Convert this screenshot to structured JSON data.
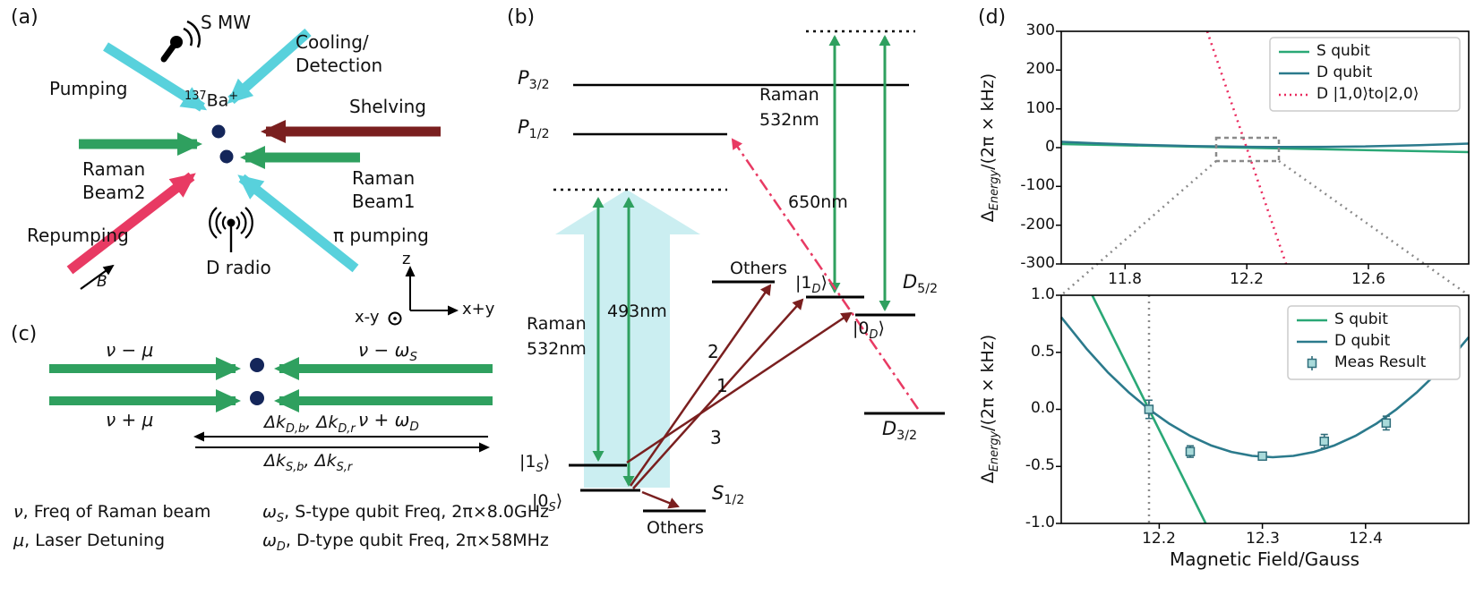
{
  "colors": {
    "beam_cyan": "#58d1dc",
    "beam_green": "#2fa05f",
    "beam_maroon": "#7a1f1f",
    "beam_crimson": "#e83a63",
    "big_arrow_cyan": "#c7edf0",
    "ion_navy": "#14265a",
    "chart_s_green": "#2aa876",
    "chart_d_teal": "#2b7a8c",
    "chart_red": "#ea2a5e",
    "marker_fill": "#a9dada",
    "marker_edge": "#2f6d7a",
    "zoom_gray": "#8a8a8a"
  },
  "panels": {
    "a": {
      "label": "(a)",
      "smw": "S MW",
      "cooling_line1": "Cooling/",
      "cooling_line2": "Detection",
      "pumping": "Pumping",
      "shelving": "Shelving",
      "ion": {
        "mass": "137",
        "element": "Ba",
        "charge": "+"
      },
      "raman_beam2_line1": "Raman",
      "raman_beam2_line2": "Beam2",
      "raman_beam1_line1": "Raman",
      "raman_beam1_line2": "Beam1",
      "repumping": "Repumping",
      "pi_pumping": "π pumping",
      "d_radio": "D radio",
      "b_field": "B",
      "axis_z": "z",
      "axis_xpy": "x+y",
      "axis_xmy": "x-y"
    },
    "b": {
      "label": "(b)",
      "p32": {
        "main": "P",
        "sub": "3/2"
      },
      "p12": {
        "main": "P",
        "sub": "1/2"
      },
      "s12": {
        "main": "S",
        "sub": "1/2"
      },
      "d52": {
        "main": "D",
        "sub": "5/2"
      },
      "d32": {
        "main": "D",
        "sub": "3/2"
      },
      "ket_1s": {
        "pre": "|1",
        "sub": "S",
        "post": "⟩"
      },
      "ket_0s": {
        "pre": "|0",
        "sub": "S",
        "post": "⟩"
      },
      "ket_1d": {
        "pre": "|1",
        "sub": "D",
        "post": "⟩"
      },
      "ket_0d": {
        "pre": "|0",
        "sub": "D",
        "post": "⟩"
      },
      "others_d": "Others",
      "others_s": "Others",
      "raman_left_line1": "Raman",
      "raman_left_line2": "532nm",
      "raman_right_line1": "Raman",
      "raman_right_line2": "532nm",
      "nm493": "493nm",
      "nm650": "650nm",
      "t1": "1",
      "t2": "2",
      "t3": "3"
    },
    "c": {
      "label": "(c)",
      "nu_minus_mu": "ν − μ",
      "nu_minus_omega": {
        "main": "ν − ω",
        "sub": "S"
      },
      "nu_plus_mu": "ν + μ",
      "nu_plus_omega": {
        "main": "ν + ω",
        "sub": "D"
      },
      "dk_top": {
        "t1": "Δk",
        "s1": "D,b",
        "t2": ", Δk",
        "s2": "D,r"
      },
      "dk_bottom": {
        "t1": "Δk",
        "s1": "S,b",
        "t2": ", Δk",
        "s2": "S,r"
      },
      "note_nu": {
        "sym": "ν",
        "rest": ", Freq of Raman beam"
      },
      "note_mu": {
        "sym": "μ",
        "rest": ", Laser Detuning"
      },
      "note_omega_s": {
        "sym": "ω",
        "sub": "S",
        "rest": ", S-type qubit Freq, 2π×8.0GHz"
      },
      "note_omega_d": {
        "sym": "ω",
        "sub": "D",
        "rest": ", D-type qubit Freq, 2π×58MHz"
      }
    },
    "d": {
      "label": "(d)",
      "ylabel": {
        "pre": "Δ",
        "sub": "Energy",
        "post": "/(2π × kHz)"
      }
    }
  },
  "chart_data": [
    {
      "type": "line",
      "panel": "d-top",
      "xlabel": "",
      "ylabel": "Δ_Energy/(2π × kHz)",
      "xlim": [
        11.59,
        12.93
      ],
      "ylim": [
        -300,
        300
      ],
      "xticks": [
        11.8,
        12.2,
        12.6
      ],
      "xticklabels": [
        "11.8",
        "12.2",
        "12.6"
      ],
      "yticks": [
        300,
        200,
        100,
        0,
        -100,
        -200,
        -300
      ],
      "yticklabels": [
        "300",
        "200",
        "100",
        "0",
        "-100",
        "-200",
        "-300"
      ],
      "legend_position": "upper right",
      "grid": false,
      "series": [
        {
          "name": "S qubit",
          "color": "#2aa876",
          "style": "solid",
          "x": [
            11.6,
            12.19,
            12.9
          ],
          "y": [
            9,
            0,
            -11
          ]
        },
        {
          "name": "D qubit",
          "color": "#2b7a8c",
          "style": "solid",
          "x": [
            11.6,
            12.19,
            12.31,
            12.43,
            12.9
          ],
          "y": [
            15,
            0,
            -0.4,
            0,
            10
          ]
        },
        {
          "name": "D |1,0⟩to|2,0⟩",
          "color": "#ea2a5e",
          "style": "dotted",
          "x": [
            12.07,
            12.2,
            12.33
          ],
          "y": [
            300,
            0,
            -300
          ]
        }
      ],
      "inset_zoom_box": {
        "x": [
          12.1,
          12.31
        ],
        "y": [
          -35,
          25
        ]
      }
    },
    {
      "type": "line+scatter",
      "panel": "d-bottom",
      "xlabel": "Magnetic Field/Gauss",
      "ylabel": "Δ_Energy/(2π × kHz)",
      "xlim": [
        12.105,
        12.5
      ],
      "ylim": [
        -1.0,
        1.0
      ],
      "xticks": [
        12.2,
        12.3,
        12.4
      ],
      "xticklabels": [
        "12.2",
        "12.3",
        "12.4"
      ],
      "yticks": [
        1.0,
        0.5,
        0.0,
        -0.5,
        -1.0
      ],
      "yticklabels": [
        "1.0",
        "0.5",
        "0.0",
        "-0.5",
        "-1.0"
      ],
      "legend_position": "upper right",
      "grid": false,
      "vline_x": 12.19,
      "series": [
        {
          "name": "S qubit",
          "color": "#2aa876",
          "style": "solid",
          "x": [
            12.135,
            12.19,
            12.245
          ],
          "y": [
            1.0,
            0.0,
            -1.0
          ]
        },
        {
          "name": "D qubit",
          "color": "#2b7a8c",
          "style": "solid",
          "parabola": {
            "vertex_x": 12.31,
            "vertex_y": -0.42,
            "a": 29.2
          },
          "x": [
            12.11,
            12.19,
            12.31,
            12.43,
            12.5
          ],
          "y": [
            0.81,
            0.0,
            -0.42,
            0.0,
            0.63
          ]
        },
        {
          "name": "Meas Result",
          "marker": "square",
          "x": [
            12.19,
            12.23,
            12.3,
            12.36,
            12.42
          ],
          "y": [
            0.0,
            -0.37,
            -0.41,
            -0.28,
            -0.12
          ],
          "yerr": [
            0.08,
            0.05,
            0.03,
            0.06,
            0.06
          ]
        }
      ]
    }
  ]
}
